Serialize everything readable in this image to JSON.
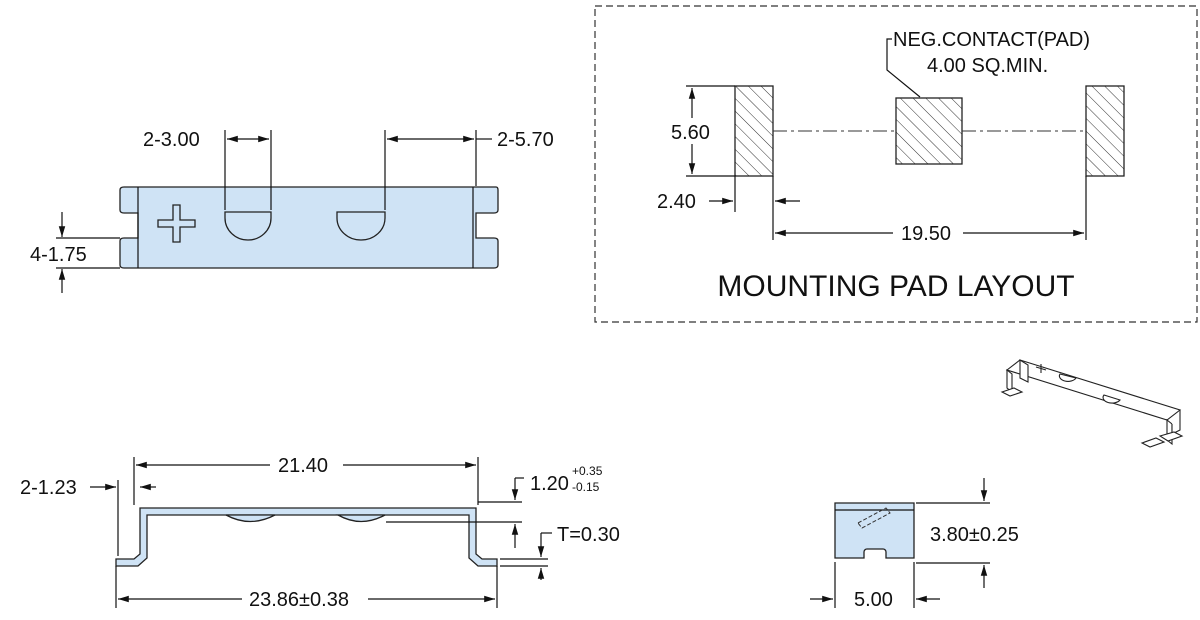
{
  "top_view": {
    "dim_slot_width": "2-3.00",
    "dim_slot_spacing": "2-5.70",
    "dim_tab_height": "4-1.75"
  },
  "pad_layout": {
    "title": "MOUNTING PAD LAYOUT",
    "neg_contact_line1": "NEG.CONTACT(PAD)",
    "neg_contact_line2": "4.00 SQ.MIN.",
    "dim_pad_height": "5.60",
    "dim_pad_width": "2.40",
    "dim_pad_spacing": "19.50"
  },
  "side_view": {
    "dim_inner_length": "21.40",
    "dim_total_length": "23.86±0.38",
    "dim_tab": "2-1.23",
    "dim_height_main": "1.20",
    "dim_height_plus": "+0.35",
    "dim_height_minus": "-0.15",
    "dim_thickness": "T=0.30"
  },
  "end_view": {
    "dim_height": "3.80±0.25",
    "dim_width": "5.00"
  }
}
